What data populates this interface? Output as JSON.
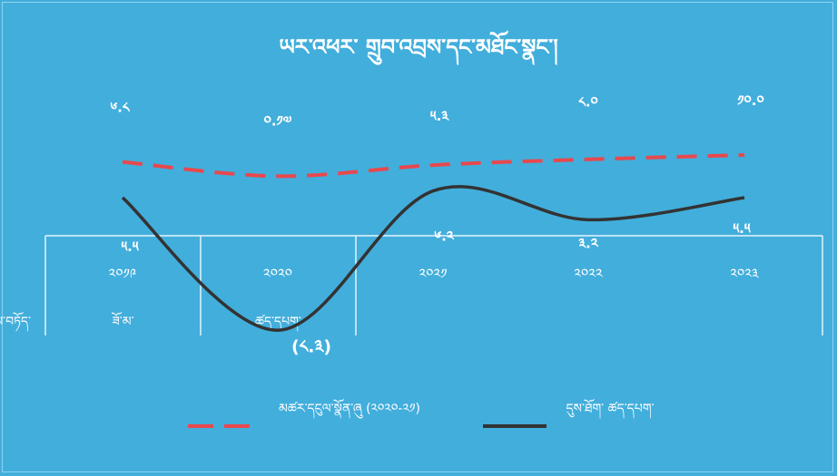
{
  "chart_data": {
    "type": "line",
    "title": "ཡར་འཕར་  གྲུབ་འབྲས་དང་མཐོང་སྣང་།",
    "categories": [
      "༢༠༡༩",
      "༢༠༢༠",
      "༢༠༢༡",
      "༢༠༢༢",
      "༢༠༢༣"
    ],
    "groups": [
      {
        "label": "ཟོ་མ་",
        "span": [
          0,
          0
        ]
      },
      {
        "label": "ཚད་དཔག་",
        "span": [
          1,
          1
        ]
      },
      {
        "label": "དམིགས་བཏོད་",
        "span": [
          2,
          4
        ]
      }
    ],
    "series": [
      {
        "name": "མཚར་དངུལ་སྣོན་ཞུ (༢༠༢༠-༢༡)",
        "style": "dashed",
        "color": "#E8484D",
        "values": [
          6.8,
          0.17,
          5.3,
          8.0,
          10.0
        ],
        "labels": [
          "༦.༨",
          "༠.༡༧",
          "༥.༣",
          "༨.༠",
          "༡༠.༠"
        ]
      },
      {
        "name": "དུས་ཐོག་ ཚད་དཔག་",
        "style": "solid",
        "color": "#333333",
        "values": [
          5.5,
          -8.3,
          6.2,
          3.2,
          5.5
        ],
        "labels": [
          "༥.༥",
          "(༨.༣)",
          "༦.༢",
          "༣.༢",
          "༥.༥"
        ]
      }
    ],
    "legend": "bottom-center",
    "grid": false
  }
}
